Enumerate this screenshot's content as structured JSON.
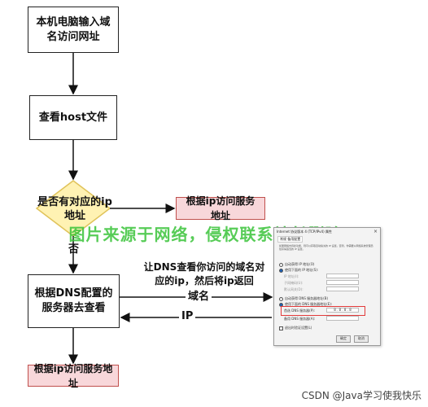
{
  "flow": {
    "step1": "本机电脑输入域名访问网址",
    "step2": "查看host文件",
    "decision": "是否有对应的ip地址",
    "yes_result": "根据ip访问服务地址",
    "no_label": "否",
    "step3": "根据DNS配置的服务器去查看",
    "final": "根据ip访问服务地址",
    "dns_note": "让DNS查看你访问的域名对应的ip，然后将ip返回",
    "arrow_domain": "域名",
    "arrow_ip": "IP"
  },
  "watermark": "图片来源于网络，侵权联系站长删除！",
  "footer": "CSDN @Java学习使我快乐",
  "dialog": {
    "title": "Internet 协议版本 4 (TCP/IPv4) 属性",
    "close": "×",
    "tab": "常规 备用配置",
    "desc": "如果网络支持此功能，则可以获取自动指派的 IP 设置。否则，你需要从网络系统管理员处获得适当的 IP 设置。",
    "auto_ip": "自动获得 IP 地址(O)",
    "manual_ip": "使用下面的 IP 地址(S):",
    "ip_label": "IP 地址(I):",
    "mask_label": "子网掩码(U):",
    "gateway_label": "默认网关(D):",
    "auto_dns": "自动获得 DNS 服务器地址(B)",
    "manual_dns": "使用下面的 DNS 服务器地址(E):",
    "pref_dns": "首选 DNS 服务器(P):",
    "pref_dns_value": "8 . 8 . 8 . 8",
    "alt_dns": "备用 DNS 服务器(A):",
    "validate": "退出时验证设置(L)",
    "ok": "确定",
    "cancel": "取消"
  },
  "colors": {
    "decision_fill": "#fff2b3",
    "decision_stroke": "#e0c35a",
    "pink_fill": "#f8d7da",
    "watermark": "#3ac43a"
  }
}
